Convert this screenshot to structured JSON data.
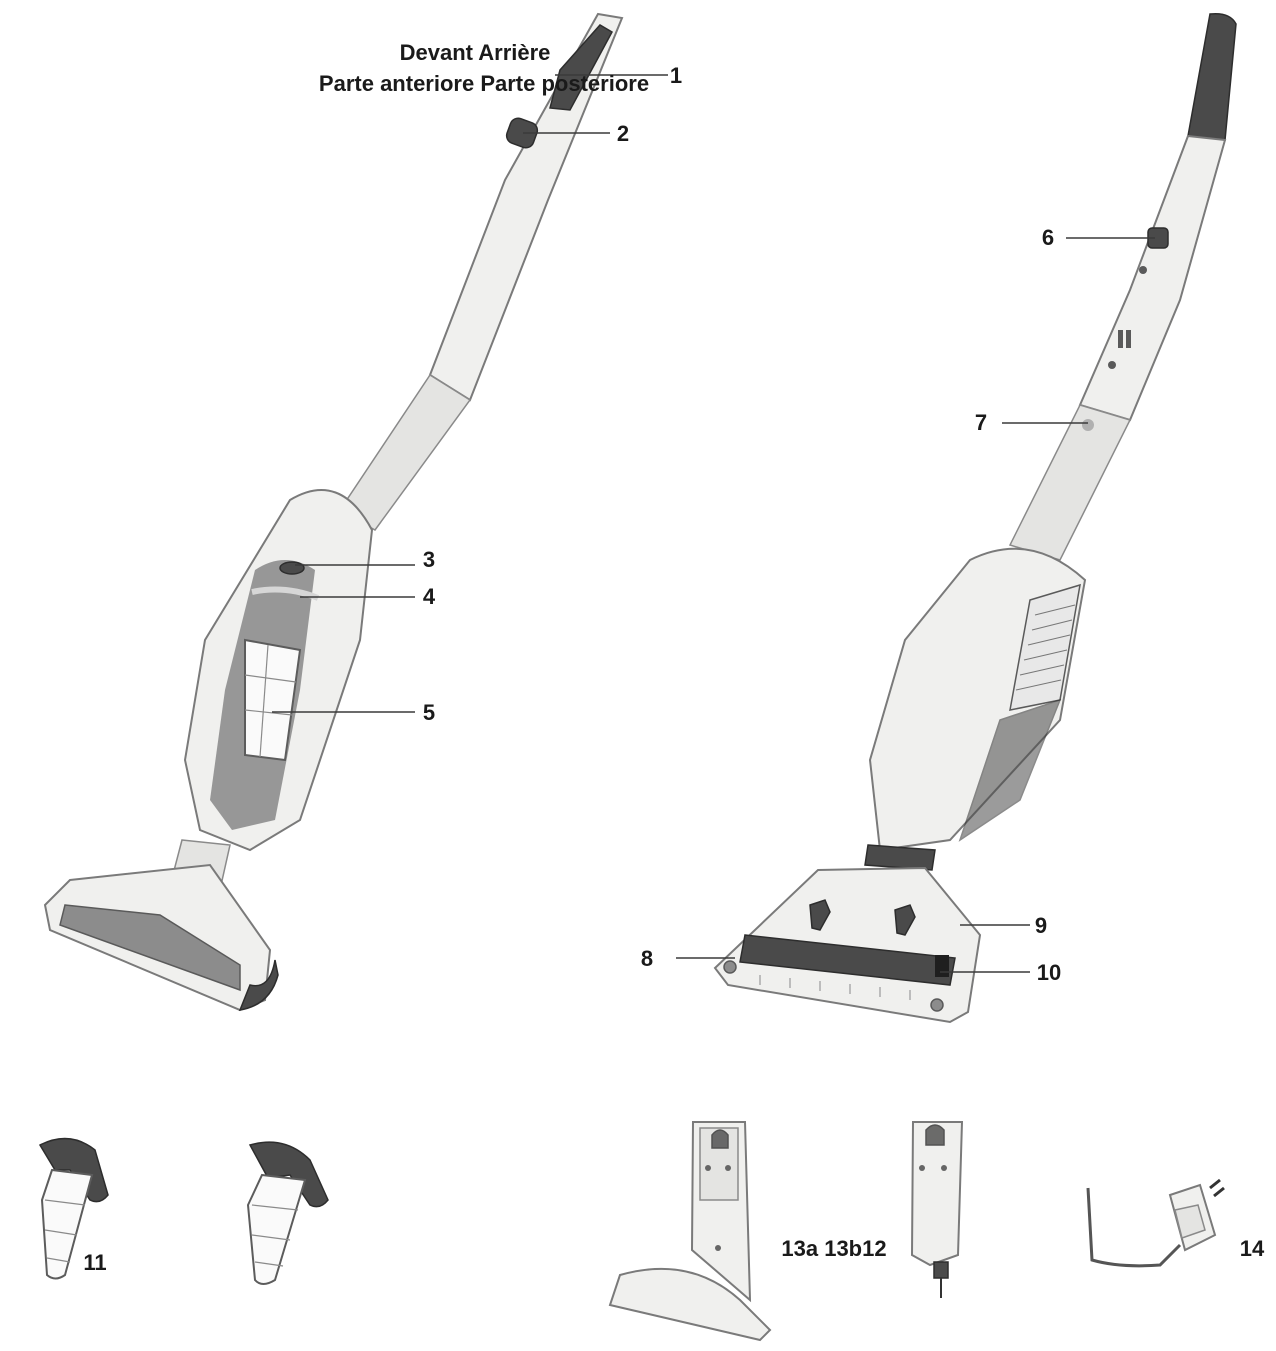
{
  "header": {
    "line1": "Devant Arrière",
    "line2": "Parte anteriore Parte posteriore"
  },
  "callouts": [
    "1",
    "2",
    "3",
    "4",
    "5",
    "6",
    "7",
    "8",
    "9",
    "10",
    "11",
    "13a 13b12",
    "14"
  ],
  "colors": {
    "body": "#f0f0ee",
    "dark_parts": "#4a4a4a",
    "outline": "#7a7a7a"
  }
}
